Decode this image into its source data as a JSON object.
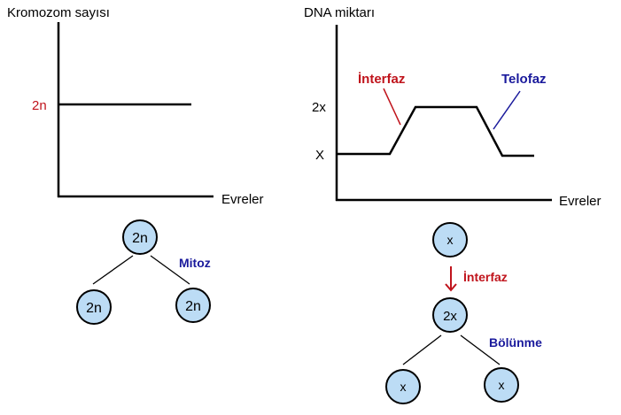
{
  "left_chart": {
    "ylabel": "Kromozom sayısı",
    "xlabel": "Evreler",
    "level_label": "2n"
  },
  "right_chart": {
    "ylabel": "DNA miktarı",
    "xlabel": "Evreler",
    "tick_2x": "2x",
    "tick_x": "X",
    "annotation_interfaz": "İnterfaz",
    "annotation_telofaz": "Telofaz"
  },
  "mitosis_tree": {
    "parent": "2n",
    "children": [
      "2n",
      "2n"
    ],
    "label": "Mitoz"
  },
  "dna_tree": {
    "start": "x",
    "arrow_label": "İnterfaz",
    "after": "2x",
    "children": [
      "x",
      "x"
    ],
    "label": "Bölünme"
  },
  "colors": {
    "red": "#c0141c",
    "blue": "#1a1a9c",
    "cell_fill": "#bcdcf5"
  }
}
